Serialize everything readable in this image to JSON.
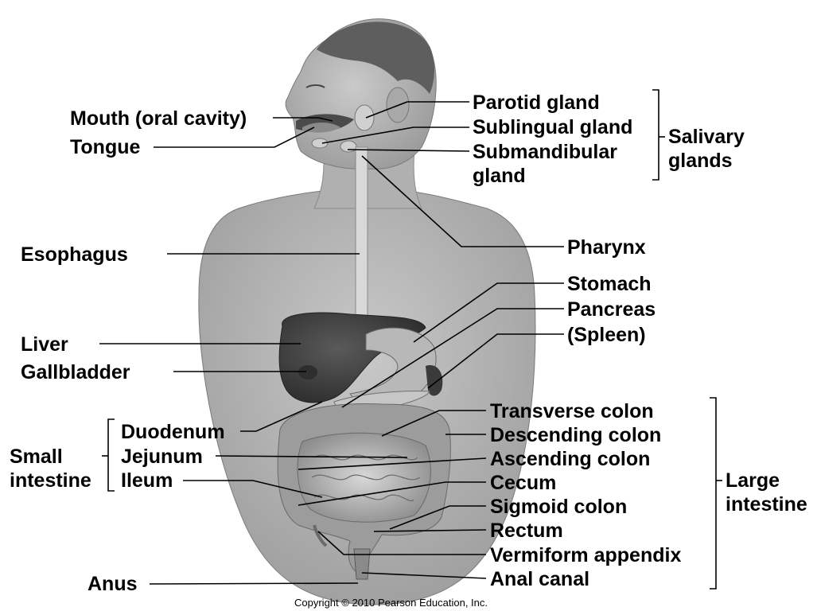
{
  "figure": {
    "copyright": "Copyright © 2010 Pearson Education, Inc."
  },
  "labels": {
    "mouth": "Mouth (oral cavity)",
    "tongue": "Tongue",
    "parotid": "Parotid gland",
    "sublingual": "Sublingual gland",
    "submandibular_1": "Submandibular",
    "submandibular_2": "gland",
    "salivary_1": "Salivary",
    "salivary_2": "glands",
    "pharynx": "Pharynx",
    "esophagus": "Esophagus",
    "stomach": "Stomach",
    "pancreas": "Pancreas",
    "spleen": "(Spleen)",
    "liver": "Liver",
    "gallbladder": "Gallbladder",
    "duodenum": "Duodenum",
    "jejunum": "Jejunum",
    "ileum": "Ileum",
    "small_1": "Small",
    "small_2": "intestine",
    "transverse": "Transverse colon",
    "descending": "Descending colon",
    "ascending": "Ascending colon",
    "cecum": "Cecum",
    "sigmoid": "Sigmoid colon",
    "rectum": "Rectum",
    "appendix": "Vermiform appendix",
    "anal_canal": "Anal canal",
    "large_1": "Large",
    "large_2": "intestine",
    "anus": "Anus"
  },
  "colors": {
    "skin": "#b9b9b9",
    "skin_shadow": "#8f8f8f",
    "hair": "#5e5e5e",
    "organ_dark": "#3c3c3c",
    "organ_mid": "#7a7a7a",
    "organ_light": "#cfcfcf"
  }
}
